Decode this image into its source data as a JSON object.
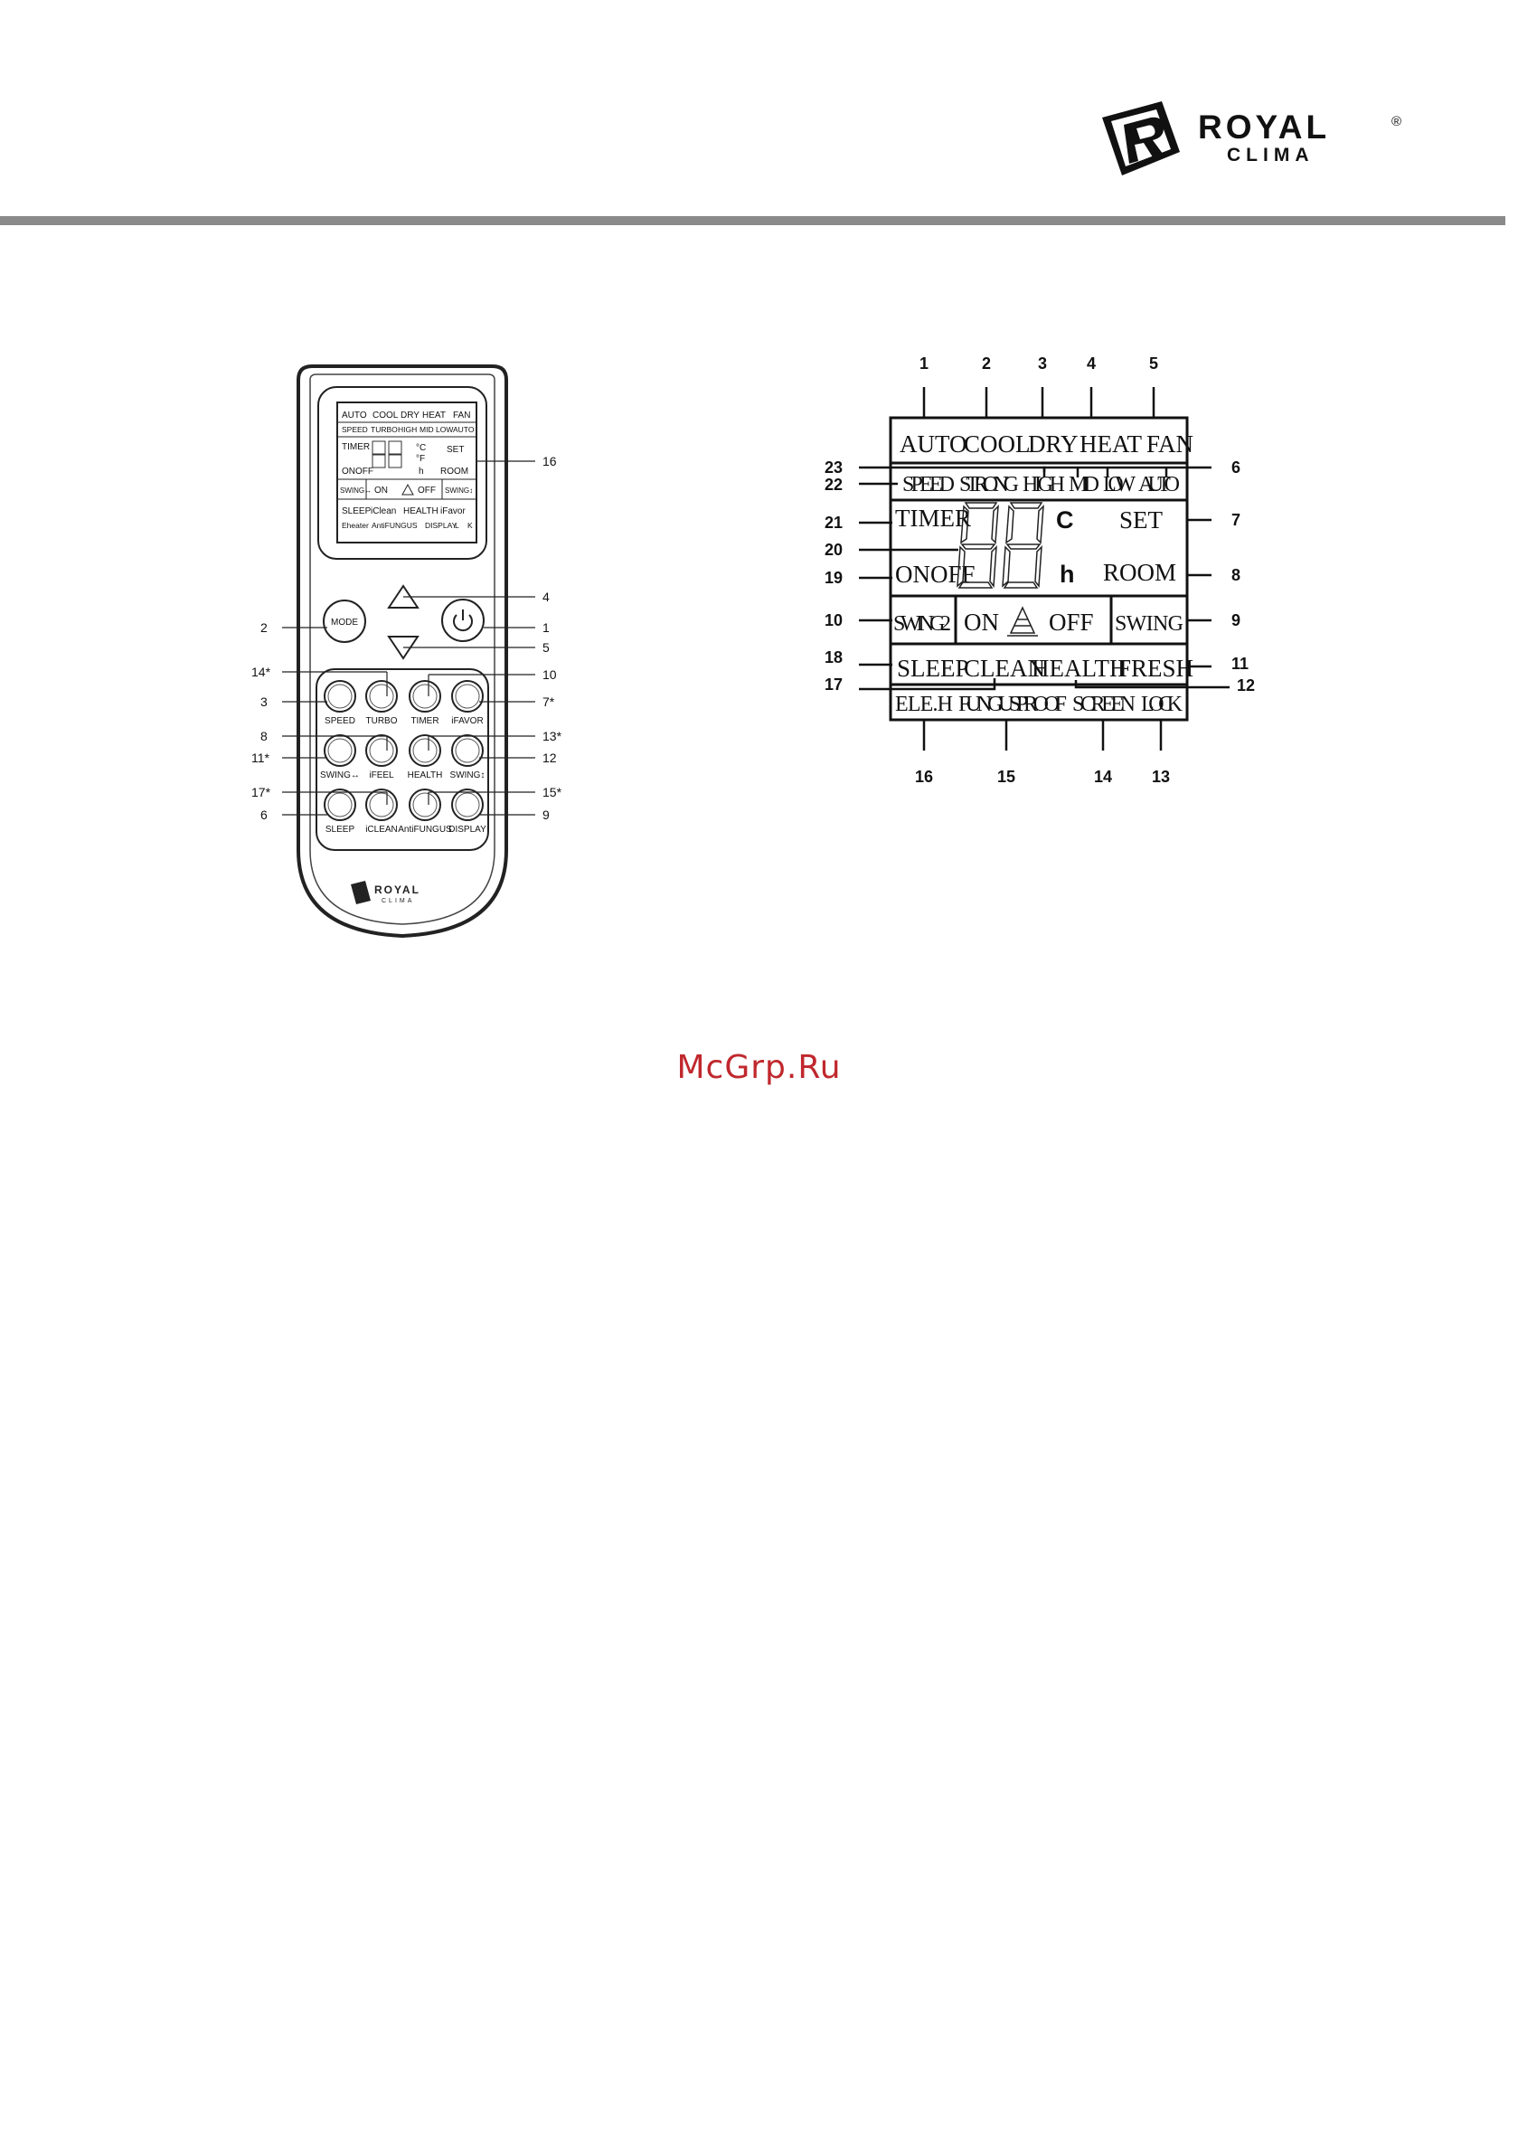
{
  "brand": {
    "name": "ROYAL",
    "sub": "CLIMA",
    "registered": "®"
  },
  "watermark": "McGrp.Ru",
  "remote": {
    "lcd": {
      "row1": [
        "AUTO",
        "COOL",
        "DRY",
        "HEAT",
        "FAN"
      ],
      "row2": [
        "SPEED",
        "TURBO",
        "HIGH",
        "MID",
        "LOW",
        "AUTO"
      ],
      "timer": "TIMER",
      "onoff": "ONOFF",
      "deg_c": "°C",
      "deg_f": "°F",
      "hour": "h",
      "set": "SET",
      "room": "ROOM",
      "swing_left": "SWING↔",
      "on": "ON",
      "off": "OFF",
      "swing_right": "SWING↕",
      "row5": [
        "SLEEP",
        "iClean",
        "HEALTH",
        "iFavor"
      ],
      "row6": [
        "Eheater",
        "AntiFUNGUS",
        "DISPLAY",
        "L",
        "K"
      ]
    },
    "buttons": {
      "mode": "MODE",
      "row1": [
        "SPEED",
        "TURBO",
        "TIMER",
        "iFAVOR"
      ],
      "row2": [
        "SWING↔",
        "iFEEL",
        "HEALTH",
        "SWING↕"
      ],
      "row3": [
        "SLEEP",
        "iCLEAN",
        "AntiFUNGUS",
        "DISPLAY"
      ]
    },
    "callouts": {
      "c16": "16",
      "c4": "4",
      "c2": "2",
      "c1": "1",
      "c5": "5",
      "c14": "14*",
      "c10": "10",
      "c3": "3",
      "c7": "7*",
      "c8": "8",
      "c13": "13*",
      "c11": "11*",
      "c12": "12",
      "c17": "17*",
      "c15": "15*",
      "c6": "6",
      "c9": "9"
    },
    "logo": "ROYAL",
    "logo_sub": "CLIMA"
  },
  "display": {
    "top_numbers": [
      "1",
      "2",
      "3",
      "4",
      "5"
    ],
    "row1": [
      "AUTO",
      "COOL",
      "DRY",
      "HEAT",
      "FAN"
    ],
    "row2": [
      "SPEED",
      "STRONG",
      "HIGH",
      "MID",
      "LOW",
      "AUTO"
    ],
    "timer": "TIMER",
    "unit_c": "C",
    "set": "SET",
    "onoff": "ONOFF",
    "unit_h": "h",
    "room": "ROOM",
    "swing2": "SWING2",
    "on": "ON",
    "off": "OFF",
    "swing": "SWING",
    "row5": [
      "SLEEP",
      "CLEAN",
      "HEALTH",
      "FRESH"
    ],
    "row6": [
      "ELE.H",
      "FUNGUSPROOF",
      "SCREEN",
      "LOCK"
    ],
    "left_numbers": [
      "23",
      "22",
      "21",
      "20",
      "19",
      "10",
      "18",
      "17"
    ],
    "right_numbers": [
      "6",
      "7",
      "8",
      "9",
      "11",
      "12"
    ],
    "bottom_numbers": [
      "16",
      "15",
      "14",
      "13"
    ]
  }
}
